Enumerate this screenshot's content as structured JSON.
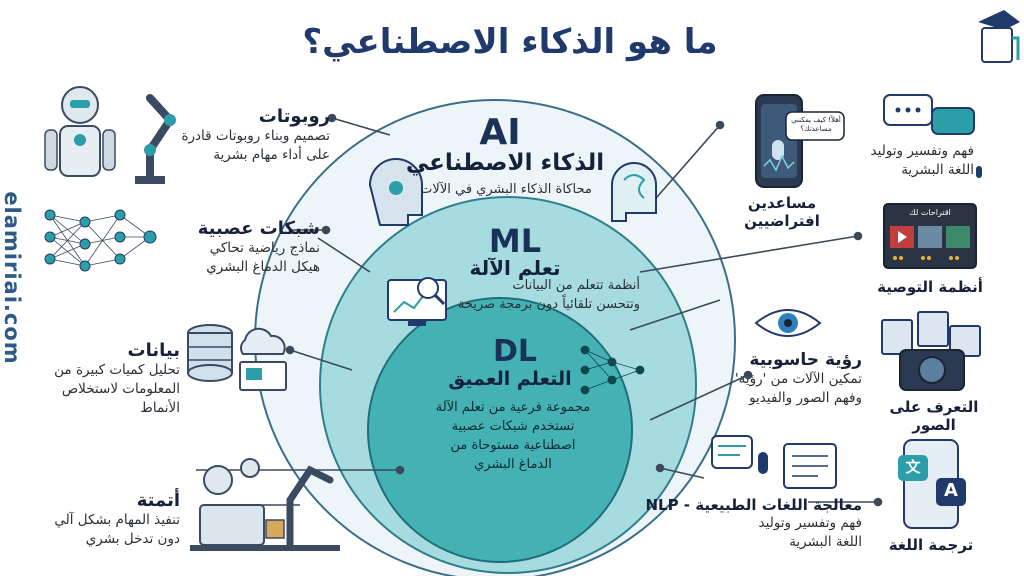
{
  "title": "ما هو الذكاء الاصطناعي؟",
  "side_url": "elamiriai.com",
  "ai": {
    "abbr": "AI",
    "name": "الذكاء الاصطناعي",
    "desc": "محاكاة الذكاء البشري في الآلات"
  },
  "ml": {
    "abbr": "ML",
    "name": "تعلم الآلة",
    "desc_1": "أنظمة تتعلم من البيانات",
    "desc_2": "وتتحسن تلقائياً دون برمجة صريحة"
  },
  "dl": {
    "abbr": "DL",
    "name": "التعلم العميق",
    "desc_1": "مجموعة فرعية من تعلم الآلة",
    "desc_2": "تستخدم شبكات عصبية",
    "desc_3": "اصطناعية مستوحاة من",
    "desc_4": "الدماغ البشري"
  },
  "left": {
    "robots": {
      "title": "روبوتات",
      "desc_1": "تصميم وبناء روبوتات قادرة",
      "desc_2": "على أداء مهام بشرية"
    },
    "networks": {
      "title": "شبكات عصبية",
      "desc_1": "نماذج رياضية تحاكي",
      "desc_2": "هيكل الدماغ البشري"
    },
    "data": {
      "title": "بيانات",
      "desc_1": "تحليل كميات كبيرة من",
      "desc_2": "المعلومات لاستخلاص",
      "desc_3": "الأنماط"
    },
    "automation": {
      "title": "أتمتة",
      "desc_1": "تنفيذ المهام بشكل آلي",
      "desc_2": "دون تدخل بشري"
    }
  },
  "right": {
    "assistants": {
      "title": "مساعدين افتراضيين",
      "bubble_1": "أهلاً! كيف يمكنني",
      "bubble_2": "مساعدتك؟"
    },
    "chat": {
      "desc_1": "فهم وتفسير وتوليد",
      "desc_2": "اللغة البشرية"
    },
    "recommend": {
      "title": "أنظمة التوصية",
      "screen_label": "اقتراحات لك"
    },
    "vision": {
      "title": "رؤية حاسوبية",
      "desc_1": "تمكين الآلات من 'رؤية'",
      "desc_2": "وفهم الصور والفيديو"
    },
    "image_rec": {
      "title": "التعرف على الصور"
    },
    "nlp": {
      "title": "معالجة اللغات الطبيعية - NLP",
      "desc_1": "فهم وتفسير وتوليد",
      "desc_2": "اللغة البشرية"
    },
    "translate": {
      "title": "ترجمة اللغة",
      "glyph_1": "文",
      "glyph_2": "A"
    }
  },
  "colors": {
    "outer": "#eef5f9",
    "ml": "#9fd6dc",
    "dl": "#3fb0b4",
    "navy": "#1f3a6b",
    "teal": "#2b9ea8"
  }
}
